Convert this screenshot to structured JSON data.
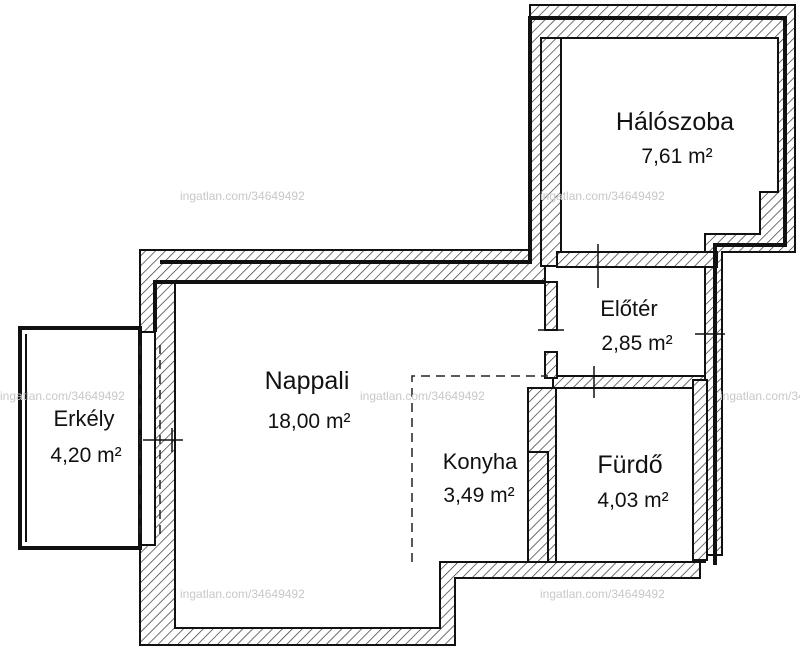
{
  "rooms": {
    "halo": {
      "name": "Hálószoba",
      "area": "7,61 m²"
    },
    "eloter": {
      "name": "Előtér",
      "area": "2,85 m²"
    },
    "nappali": {
      "name": "Nappali",
      "area": "18,00 m²"
    },
    "konyha": {
      "name": "Konyha",
      "area": "3,49 m²"
    },
    "furdo": {
      "name": "Fürdő",
      "area": "4,03 m²"
    },
    "erkely": {
      "name": "Erkély",
      "area": "4,20 m²"
    }
  },
  "watermark": "ingatlan.com/34649492"
}
